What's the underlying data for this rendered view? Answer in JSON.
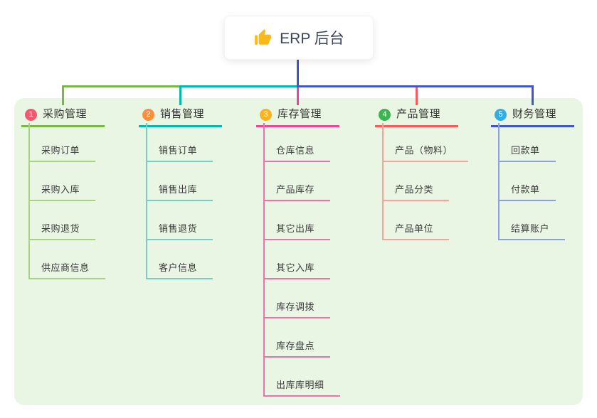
{
  "root": {
    "title": "ERP 后台",
    "icon": "thumbs-up-icon",
    "icon_color": "#f8b919"
  },
  "canvas": {
    "background": "#ffffff",
    "panel_background": "#e9f6e3",
    "root_connector_color": "#4157c6"
  },
  "branches": [
    {
      "index": "1",
      "label": "采购管理",
      "badge_color": "#f5586e",
      "line_color": "#79b842",
      "child_line_color": "#a9d37f",
      "children": [
        "采购订单",
        "采购入库",
        "采购退货",
        "供应商信息"
      ]
    },
    {
      "index": "2",
      "label": "销售管理",
      "badge_color": "#fd8f3d",
      "line_color": "#00bcaf",
      "child_line_color": "#74cfc6",
      "children": [
        "销售订单",
        "销售出库",
        "销售退货",
        "客户信息"
      ]
    },
    {
      "index": "3",
      "label": "库存管理",
      "badge_color": "#fcb31e",
      "line_color": "#e8489b",
      "child_line_color": "#f170ab",
      "children": [
        "仓库信息",
        "产品库存",
        "其它出库",
        "其它入库",
        "库存调拨",
        "库存盘点",
        "出库库明细"
      ]
    },
    {
      "index": "4",
      "label": "产品管理",
      "badge_color": "#3db454",
      "line_color": "#f85a5e",
      "child_line_color": "#fda1a0",
      "children": [
        "产品（物料）",
        "产品分类",
        "产品单位"
      ]
    },
    {
      "index": "5",
      "label": "财务管理",
      "badge_color": "#32aee4",
      "line_color": "#4157c6",
      "child_line_color": "#8da2dd",
      "children": [
        "回款单",
        "付款单",
        "结算账户"
      ]
    }
  ]
}
